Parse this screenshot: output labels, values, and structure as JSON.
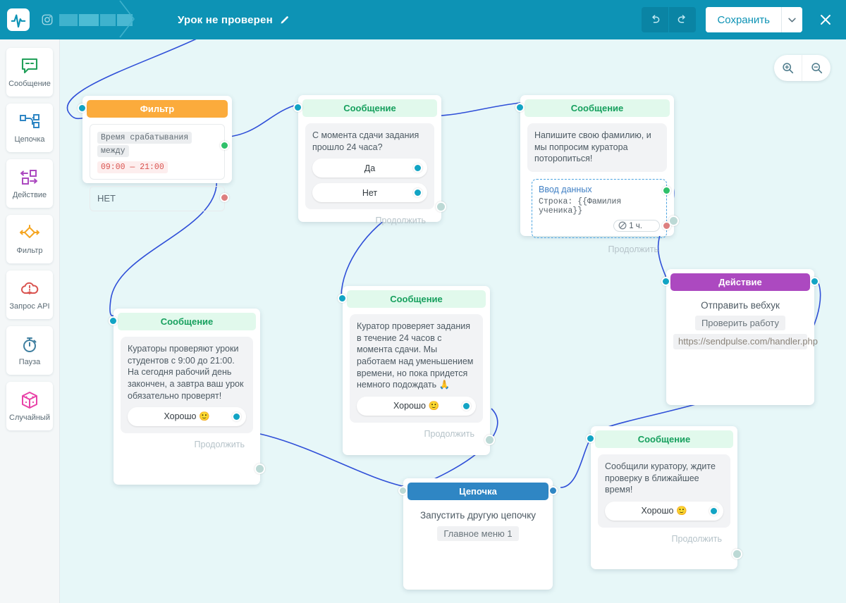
{
  "topbar": {
    "logo_icon": "pulse-logo-icon",
    "account_icon": "instagram-icon",
    "account_name_redacted": "",
    "flow_title": "Урок не проверен",
    "edit_icon": "pencil-icon",
    "undo_icon": "undo-icon",
    "redo_icon": "redo-icon",
    "save_label": "Сохранить",
    "save_caret_icon": "chevron-down-icon",
    "close_icon": "close-icon",
    "bg_color": "#0d93b5"
  },
  "sidebar": {
    "items": [
      {
        "label": "Сообщение",
        "icon": "message-icon",
        "color": "#22a05a"
      },
      {
        "label": "Цепочка",
        "icon": "flow-icon",
        "color": "#2f86c4"
      },
      {
        "label": "Действие",
        "icon": "action-icon",
        "color": "#ac49c0"
      },
      {
        "label": "Фильтр",
        "icon": "filter-icon",
        "color": "#f5a623"
      },
      {
        "label": "Запрос API",
        "icon": "api-request-icon",
        "color": "#d9534f"
      },
      {
        "label": "Пауза",
        "icon": "pause-timer-icon",
        "color": "#3f7fa0"
      },
      {
        "label": "Случайный",
        "icon": "random-dice-icon",
        "color": "#e843a8"
      }
    ]
  },
  "canvas": {
    "bg_color": "#e7f7f8",
    "wire_color": "#2f4fd8",
    "zoom_in_icon": "zoom-in-icon",
    "zoom_out_icon": "zoom-out-icon"
  },
  "nodes": {
    "filter": {
      "title": "Фильтр",
      "condition_chip": "Время срабатывания",
      "operator_chip": "между",
      "time_range": "09:00 — 21:00",
      "else_label": "НЕТ",
      "port_true_color": "#2fc06a",
      "port_false_color": "#dd7f7f"
    },
    "msg_24h": {
      "title": "Сообщение",
      "text": "С момента сдачи задания прошло 24 часа?",
      "buttons": [
        "Да",
        "Нет"
      ],
      "continue_label": "Продолжить"
    },
    "msg_surname": {
      "title": "Сообщение",
      "text": "Напишите свою фамилию, и мы попросим куратора поторопиться!",
      "data_input": {
        "title": "Ввод данных",
        "row": "Строка: {{Фамилия  ученика}}",
        "timeout": "1 ч.",
        "timeout_icon": "no-entry-icon"
      },
      "continue_label": "Продолжить"
    },
    "msg_curators": {
      "title": "Сообщение",
      "text": "Кураторы проверяют уроки студентов с 9:00 до 21:00. На сегодня рабочий день закончен, а завтра ваш урок обязательно проверят!",
      "button": "Хорошо 🙂",
      "continue_label": "Продолжить"
    },
    "msg_curator24": {
      "title": "Сообщение",
      "text": "Куратор проверяет задания в течение 24 часов с момента сдачи. Мы работаем над уменьшением времени, но пока придется немного подождать 🙏",
      "button": "Хорошо 🙂",
      "continue_label": "Продолжить"
    },
    "action_webhook": {
      "title": "Действие",
      "subtitle": "Отправить вебхук",
      "name_chip": "Проверить работу",
      "url_chip": "https://sendpulse.com/handler.php"
    },
    "msg_told": {
      "title": "Сообщение",
      "text": "Сообщили куратору, ждите проверку в ближайшее время!",
      "button": "Хорошо 🙂",
      "continue_label": "Продолжить"
    },
    "chain": {
      "title": "Цепочка",
      "subtitle": "Запустить другую цепочку",
      "chip": "Главное меню 1"
    }
  }
}
